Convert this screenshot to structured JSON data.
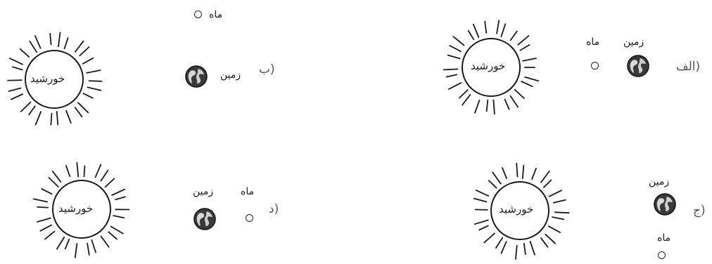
{
  "sun_label": "خورشید",
  "earth_label": "زمین",
  "moon_label": "ماه",
  "options": {
    "alef": "الف)",
    "be": "ب)",
    "jim": "ج)",
    "dal": "د)"
  },
  "icons": {
    "sun": "sun-icon",
    "earth": "earth-icon",
    "moon": "moon-icon"
  }
}
